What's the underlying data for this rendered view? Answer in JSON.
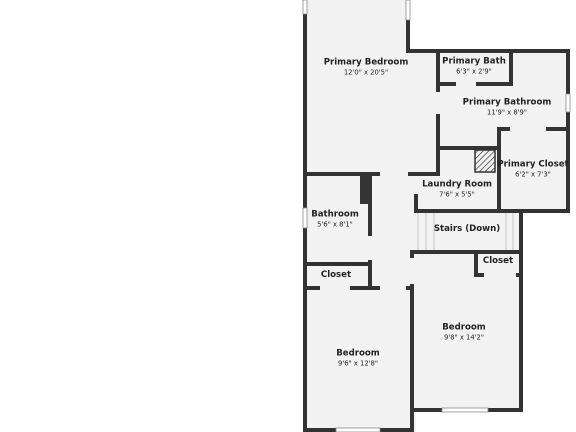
{
  "rooms": {
    "primary_bedroom": {
      "name": "Primary Bedroom",
      "dims": "12'0\" x 20'5\""
    },
    "primary_bath": {
      "name": "Primary Bath",
      "dims": "6'3\" x 2'9\""
    },
    "primary_bathroom": {
      "name": "Primary Bathroom",
      "dims": "11'9\" x 8'9\""
    },
    "primary_closet": {
      "name": "Primary Closet",
      "dims": "6'2\" x 7'3\""
    },
    "laundry_room": {
      "name": "Laundry Room",
      "dims": "7'6\" x 5'5\""
    },
    "bathroom": {
      "name": "Bathroom",
      "dims": "5'6\" x 8'1\""
    },
    "stairs": {
      "name": "Stairs (Down)"
    },
    "closet_left": {
      "name": "Closet"
    },
    "closet_right": {
      "name": "Closet"
    },
    "bedroom_right": {
      "name": "Bedroom",
      "dims": "9'8\" x 14'2\""
    },
    "bedroom_left": {
      "name": "Bedroom",
      "dims": "9'6\" x 12'8\""
    }
  },
  "colors": {
    "wall": "#333333",
    "floor": "#f2f2f2",
    "background": "#ffffff"
  }
}
